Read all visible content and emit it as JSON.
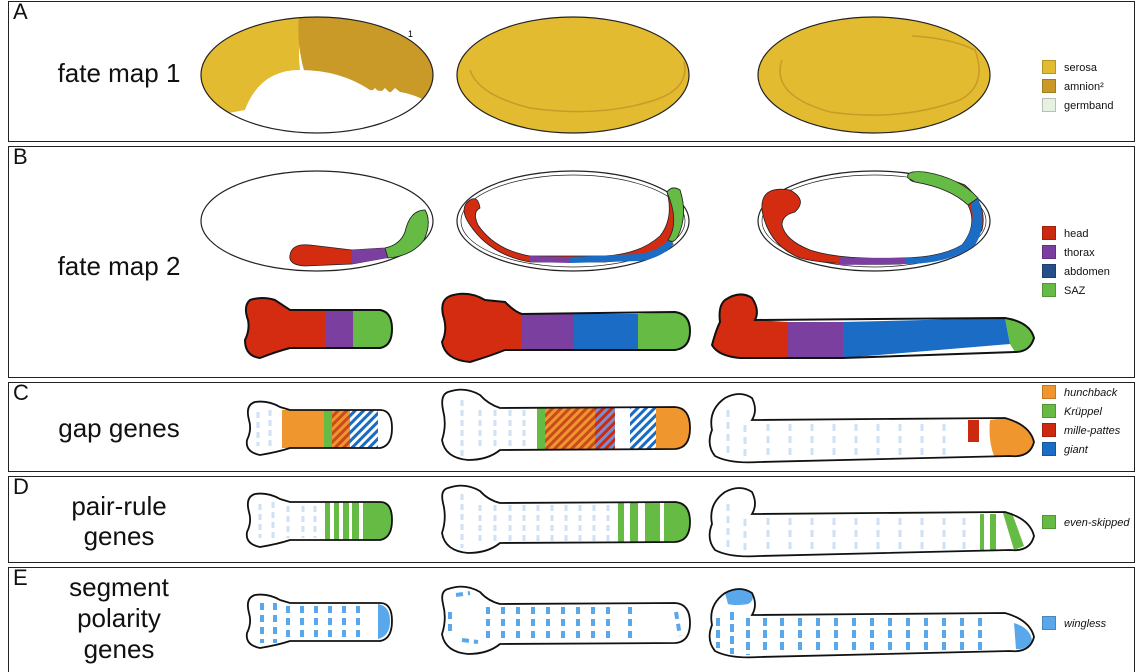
{
  "panels": [
    {
      "letter": "A",
      "title": "fate map 1"
    },
    {
      "letter": "B",
      "title": "fate map 2"
    },
    {
      "letter": "C",
      "title": "gap genes"
    },
    {
      "letter": "D",
      "title_lines": [
        "pair-rule",
        "genes"
      ]
    },
    {
      "letter": "E",
      "title_lines": [
        "segment",
        "polarity",
        "genes"
      ]
    }
  ],
  "footnote_1": "1",
  "legends": {
    "A": [
      {
        "label": "serosa",
        "color": "#e3bb31"
      },
      {
        "label": "amnion²",
        "color": "#c99a28"
      },
      {
        "label": "germband",
        "color": "#e6f1e2"
      }
    ],
    "B": [
      {
        "label": "head",
        "color": "#cc2a10"
      },
      {
        "label": "thorax",
        "color": "#7b3fa0"
      },
      {
        "label": "abdomen",
        "color": "#254f86"
      },
      {
        "label": "SAZ",
        "color": "#66bb44"
      }
    ],
    "C": [
      {
        "label": "hunchback",
        "color": "#f0962e"
      },
      {
        "label": "Krüppel",
        "color": "#66bb44"
      },
      {
        "label": "mille-pattes",
        "color": "#cc2a10"
      },
      {
        "label": "giant",
        "color": "#1a6cc4"
      }
    ],
    "D": [
      {
        "label": "even-skipped",
        "color": "#66bb44"
      }
    ],
    "E": [
      {
        "label": "wingless",
        "color": "#5aa8ec"
      }
    ]
  },
  "colors": {
    "serosa": "#e3bb31",
    "amnion": "#c99a28",
    "head": "#d42c10",
    "thorax": "#7b3fa0",
    "abdomen": "#1a6cc4",
    "saz": "#66bb44",
    "hunchback": "#f0962e",
    "kruppel": "#66bb44",
    "millepattes": "#cc2a10",
    "giant": "#1a6cc4",
    "faint": "#cfe2f5",
    "wingless": "#5aa8ec"
  }
}
